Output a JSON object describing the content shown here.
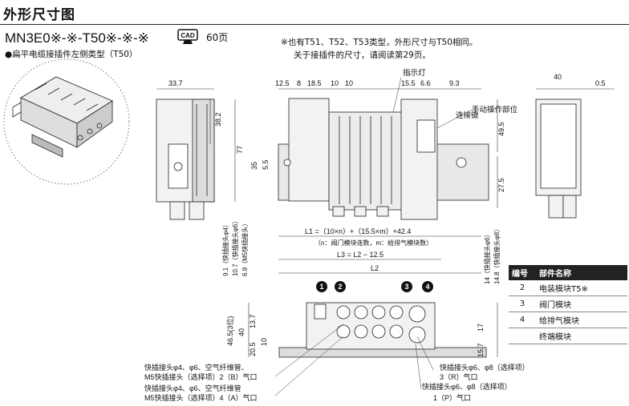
{
  "header": {
    "title": "外形尺寸图"
  },
  "model": {
    "code": "MN3E0※-※-T50※-※-※",
    "superscript": "3",
    "cad_label": "CAD",
    "cad_page": "60页"
  },
  "subtitle": "●扁平电缆接插件左侧类型（T50）",
  "notes": [
    "※也有T51、T52、T53类型，外形尺寸与T50相同。",
    "关于接插件的尺寸，请阅读第29页。"
  ],
  "callouts": {
    "indicator": "指示灯",
    "manual": "手动操作部位",
    "key": "连接键"
  },
  "dims": {
    "top": [
      "33.7",
      "12.5",
      "8",
      "18.5",
      "10",
      "10",
      "15.5",
      "6.6",
      "9.3",
      "40",
      "0.5"
    ],
    "left_side": [
      "38.2",
      "77",
      "35",
      "5.5"
    ],
    "right_side": [
      "49.5",
      "27.5"
    ],
    "bottom_formula": "L1 =（10×n）+（15.5×m）+42.4",
    "bottom_note": "（n：阀门模块连数，m：给排气模块数）",
    "l3": "L3 = L2 − 12.5",
    "l2": "L2",
    "vert_left": [
      "9.1（快插接头φ4）",
      "10.7（快插接头φ6）",
      "6.9（M5快插接头）"
    ],
    "vert_right": [
      "14（快插接头φ6）",
      "14.8（快插接头φ8）"
    ],
    "bottom_view_left": [
      "46.5(3位)",
      "40",
      "13.7",
      "20.5",
      "10"
    ],
    "bottom_view_right": [
      "17",
      "15.7"
    ]
  },
  "markers": [
    "1",
    "2",
    "3",
    "4"
  ],
  "port_labels": [
    "快插接头φ4、φ6、空气纤维管、",
    "M5快插接头（选择项）2（B）气口",
    "快插接头φ4、φ6、空气纤维管",
    "M5快插接头（选择项）4（A）气口",
    "快插接头φ6、φ8（选择项）",
    "3（R）气口",
    "快插接头φ6、φ8（选择项）",
    "1（P）气口"
  ],
  "parts_table": {
    "headers": [
      "编号",
      "部件名称"
    ],
    "rows": [
      {
        "no": "2",
        "name": "电装模块T5※"
      },
      {
        "no": "3",
        "name": "阀门模块"
      },
      {
        "no": "4",
        "name": "给排气模块"
      },
      {
        "no": "",
        "name": "终端模块"
      }
    ]
  }
}
